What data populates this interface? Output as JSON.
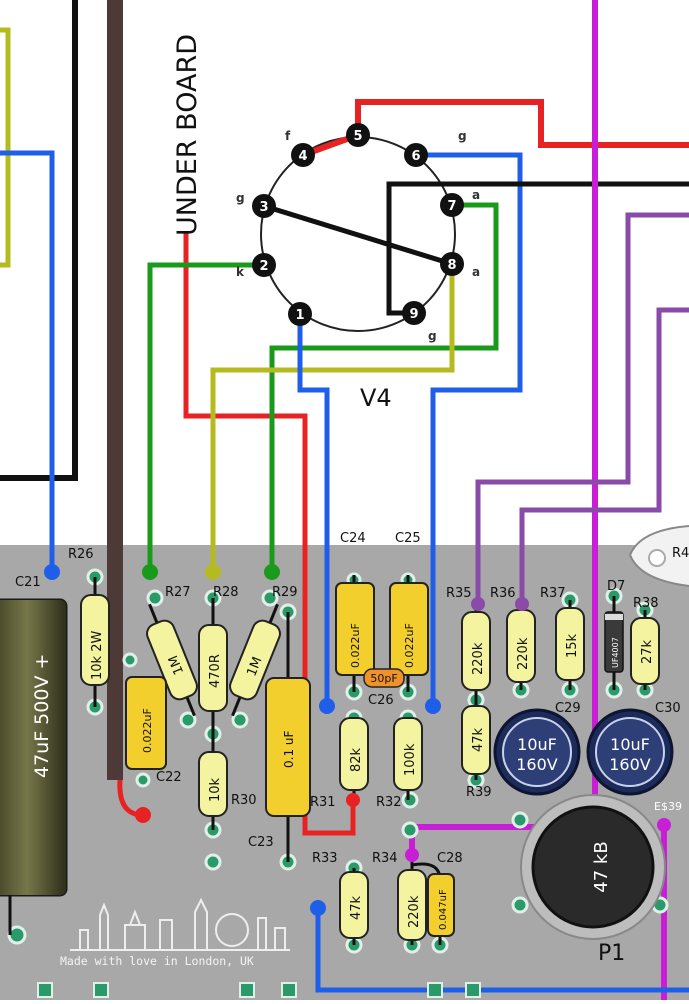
{
  "title": {
    "under_board": "UNDER BOARD",
    "tube": "V4"
  },
  "tube_pins": {
    "p1": "1",
    "p2": "2",
    "p3": "3",
    "p4": "4",
    "p5": "5",
    "p6": "6",
    "p7": "7",
    "p8": "8",
    "p9": "9"
  },
  "pin_letters": {
    "f": "f",
    "g_top": "g",
    "g_left": "g",
    "k": "k",
    "a_top": "a",
    "a_right": "a",
    "g_bottom": "g"
  },
  "designators": {
    "C21": "C21",
    "R26": "R26",
    "R27": "R27",
    "R28": "R28",
    "R29": "R29",
    "C22": "C22",
    "R30": "R30",
    "C23": "C23",
    "R31": "R31",
    "C24": "C24",
    "C25": "C25",
    "C26": "C26",
    "R32": "R32",
    "R33": "R33",
    "R34": "R34",
    "C28": "C28",
    "R35": "R35",
    "R36": "R36",
    "R37": "R37",
    "D7": "D7",
    "R38": "R38",
    "R39": "R39",
    "C29": "C29",
    "C30": "C30",
    "P1": "P1",
    "R4": "R4",
    "E39": "E$39"
  },
  "values": {
    "c21": "47uF 500V +",
    "r26": "10k 2W",
    "r27": "1M",
    "r28": "470R",
    "r29": "1M",
    "c22": "0.022uF",
    "r30": "10k",
    "c23": "0.1 uF",
    "r31": "82k",
    "c24": "0.022uF",
    "c25": "0.022uF",
    "c26": "50pF",
    "r32": "100k",
    "r33": "47k",
    "r34": "220k",
    "c28": "0.047uF",
    "r35": "220k",
    "r36": "220k",
    "r37": "15k",
    "d7": "UF4007",
    "r38": "27k",
    "r39": "47k",
    "c29_cap": "10uF",
    "c29_volt": "160V",
    "c30_cap": "10uF",
    "c30_volt": "160V",
    "p1": "47 kB"
  },
  "footer": {
    "made_with_love": "Made with love in London, UK"
  }
}
